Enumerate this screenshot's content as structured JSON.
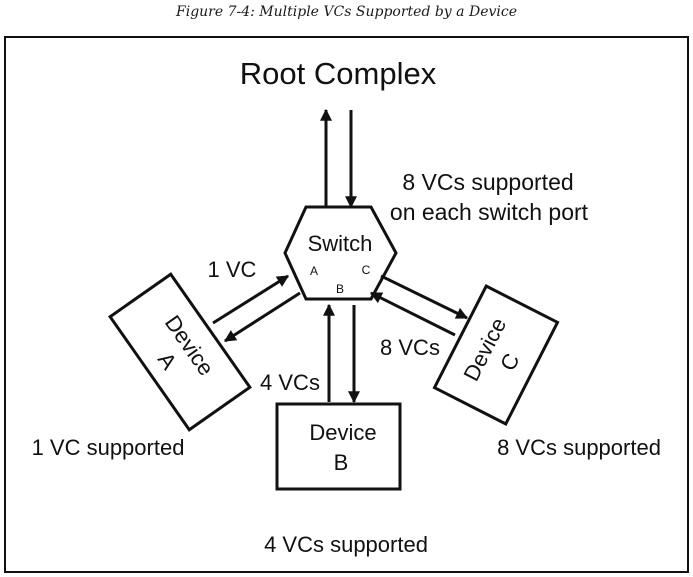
{
  "caption": "Figure 7-4: Multiple VCs Supported by a Device",
  "root_complex": "Root Complex",
  "switch": {
    "label": "Switch",
    "port_a": "A",
    "port_b": "B",
    "port_c": "C",
    "note_line1": "8 VCs supported",
    "note_line2": "on each switch port"
  },
  "device_a": {
    "line1": "Device",
    "line2": "A",
    "link_label": "1 VC",
    "support_label": "1 VC supported"
  },
  "device_b": {
    "line1": "Device",
    "line2": "B",
    "link_label": "4 VCs",
    "support_label": "4 VCs supported"
  },
  "device_c": {
    "line1": "Device",
    "line2": "C",
    "link_label": "8 VCs",
    "support_label": "8 VCs supported"
  }
}
